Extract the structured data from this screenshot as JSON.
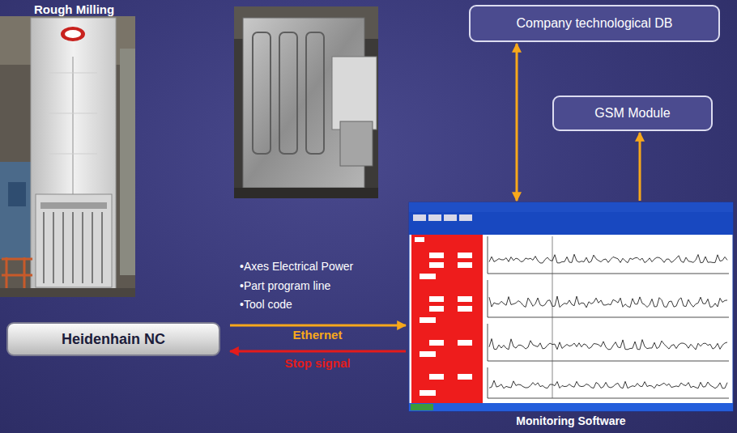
{
  "diagram": {
    "nodes": [
      {
        "text": [
          "Company technological DB"
        ]
      },
      {
        "text": [
          "GSM Module"
        ]
      },
      {
        "text": [
          "Heidenhain NC"
        ]
      },
      {
        "text": [
          "Monitoring Software"
        ]
      }
    ],
    "edges": [
      {
        "from": 3,
        "to": 0,
        "arrow": "both"
      },
      {
        "from": 3,
        "to": 1,
        "arrow": "to"
      },
      {
        "from": 2,
        "to": 3,
        "label": "Ethernet",
        "arrow": "to"
      },
      {
        "from": 3,
        "to": 2,
        "label": "Stop signal",
        "arrow": "to"
      }
    ],
    "labels": [
      "Rough Milling",
      "•Axes Electrical Power",
      "•Part program line",
      "•Tool code"
    ]
  }
}
